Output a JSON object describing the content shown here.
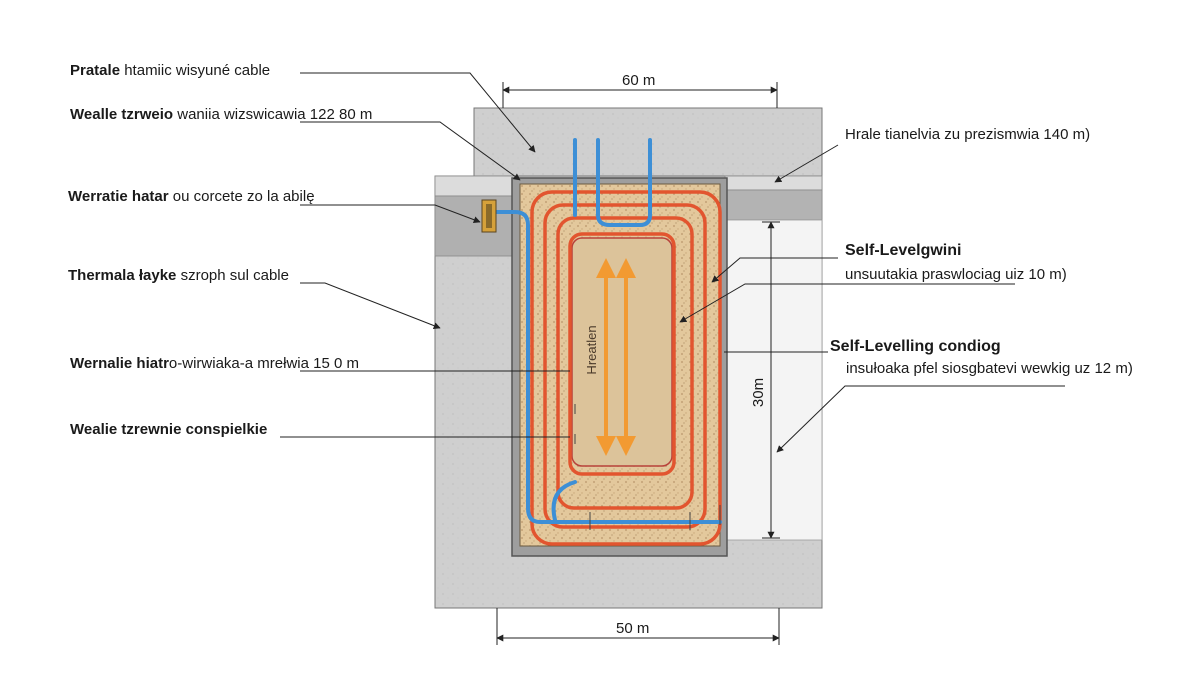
{
  "left_labels": [
    {
      "strong": "Pratale",
      "rest": " htamiic wisyuné cable"
    },
    {
      "strong": "Wealle tzrweio",
      "rest": " waniia wizswicawia 122 80 m"
    },
    {
      "strong": "Werratie hatar",
      "rest": " ou corcete zo la abilę"
    },
    {
      "strong": "Thermala łayke",
      "rest": " szroph sul cable"
    },
    {
      "strong": "Wernalie hiatr",
      "rest": "o-wirwiaka-a mrełwia 15 0 m"
    },
    {
      "strong": "Wealie tzrewnie conspielkie",
      "rest": ""
    }
  ],
  "right_labels": {
    "top": "Hrale tianelvia zu prezismwia 140 m)",
    "mid_title": "Self-Levelgwini",
    "mid_sub": "unsuutakia praswlociag uiz 10 m)",
    "low_title": "Self-Levelling condiog",
    "low_sub": "insułoaka pfel siosgbatevi wewkig uz 12 m)"
  },
  "dimensions": {
    "top": "60 m",
    "bottom": "50 m",
    "side": "30m"
  },
  "core_label": "Hreatlen",
  "colors": {
    "concrete": "#c9c9c9",
    "concrete_dark": "#a8a8a8",
    "sand": "#e2c79a",
    "heating_cable": "#e2552f",
    "water_pipe": "#3d8fd6",
    "arrow": "#f29a32"
  }
}
